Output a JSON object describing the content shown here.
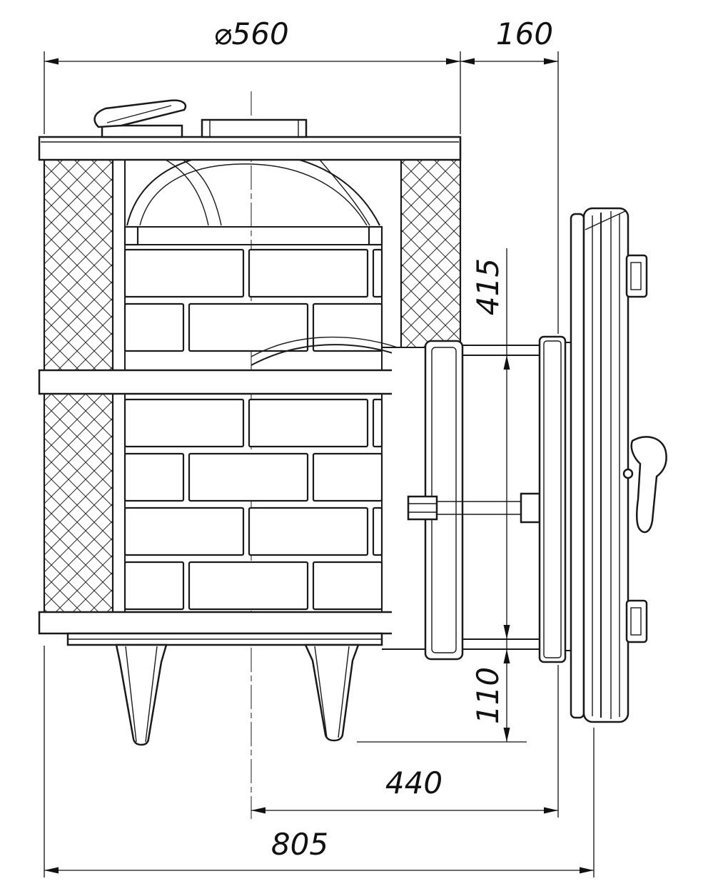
{
  "drawing": {
    "labels": {
      "dim_diameter": "⌀560",
      "dim_tunnel_length": "160",
      "dim_opening_height": "415",
      "dim_bottom_offset": "110",
      "dim_center_to_front": "440",
      "dim_overall_depth": "805"
    },
    "colors": {
      "line": "#1a1a1a",
      "background": "#ffffff"
    }
  }
}
